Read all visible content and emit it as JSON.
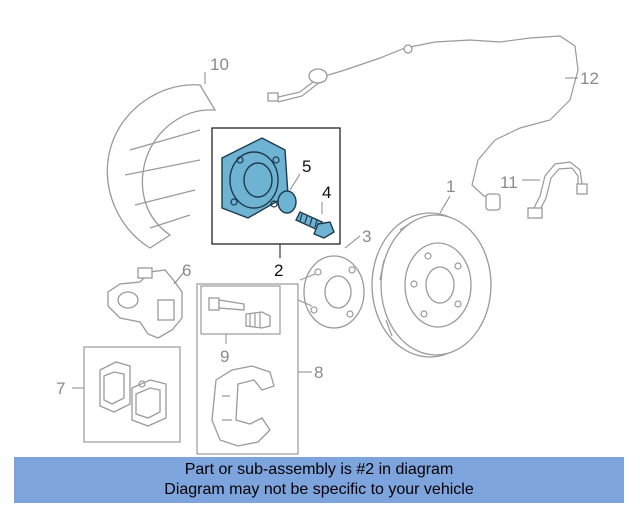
{
  "callouts": {
    "c1": "1",
    "c2": "2",
    "c3": "3",
    "c4": "4",
    "c5": "5",
    "c6": "6",
    "c7": "7",
    "c8": "8",
    "c9": "9",
    "c10": "10",
    "c11": "11",
    "c12": "12"
  },
  "banner": {
    "line1": "Part or sub-assembly is #2 in diagram",
    "line2": "Diagram may not be specific to your vehicle"
  },
  "colors": {
    "highlight_fill": "#6fb3d3",
    "banner_bg": "#7da4dd"
  }
}
